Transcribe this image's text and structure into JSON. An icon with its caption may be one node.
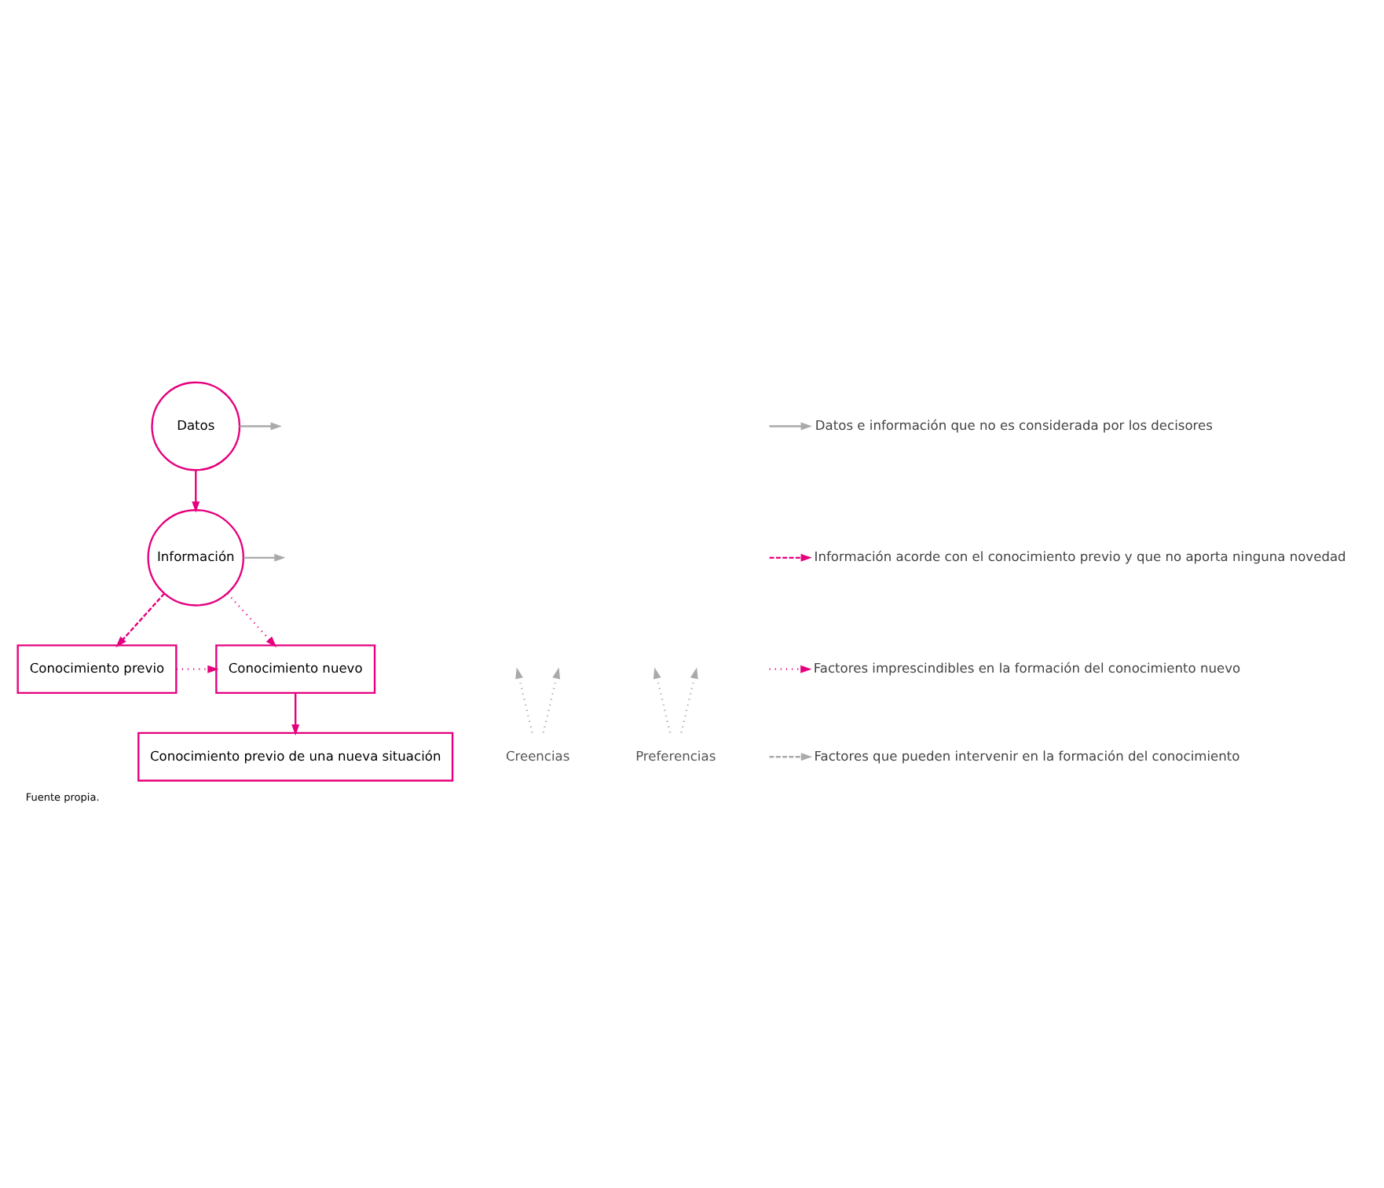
{
  "diagram": {
    "caption": "Fuente propia.",
    "nodes": [
      {
        "text": [
          "Datos"
        ]
      },
      {
        "text": [
          "Información"
        ]
      },
      {
        "text": [
          "Conocimiento previo"
        ]
      },
      {
        "text": [
          "Conocimiento nuevo"
        ]
      },
      {
        "text": [
          "Conocimiento previo de una nueva situación"
        ]
      },
      {
        "text": [
          "Creencias"
        ]
      },
      {
        "text": [
          "Preferencias"
        ]
      }
    ],
    "edges": [
      {
        "from": 0,
        "to": null,
        "arrow": "to",
        "color": "#aaaaaa"
      },
      {
        "from": 0,
        "to": 1,
        "arrow": "to",
        "color": "#e5007e"
      },
      {
        "from": 1,
        "to": null,
        "arrow": "to",
        "color": "#aaaaaa"
      },
      {
        "from": 1,
        "to": 2,
        "arrow": "to",
        "style": "dashed",
        "color": "#e5007e"
      },
      {
        "from": 1,
        "to": 3,
        "arrow": "to",
        "style": "dashed",
        "color": "#e5007e"
      },
      {
        "from": 2,
        "to": 3,
        "arrow": "to",
        "style": "dashed",
        "color": "#e5007e"
      },
      {
        "from": 3,
        "to": 4,
        "arrow": "to",
        "color": "#e5007e"
      },
      {
        "from": 5,
        "to": null,
        "arrow": "to",
        "style": "dashed",
        "color": "#aaaaaa"
      },
      {
        "from": 5,
        "to": null,
        "arrow": "to",
        "style": "dashed",
        "color": "#aaaaaa"
      },
      {
        "from": 6,
        "to": null,
        "arrow": "to",
        "style": "dashed",
        "color": "#aaaaaa"
      },
      {
        "from": 6,
        "to": null,
        "arrow": "to",
        "style": "dashed",
        "color": "#aaaaaa"
      }
    ],
    "legend": [
      {
        "text": "Datos e información que no es considerada por los decisores"
      },
      {
        "text": "Información acorde con el conocimiento previo y que no aporta ninguna novedad"
      },
      {
        "text": "Factores imprescindibles en la formación del conocimiento nuevo"
      },
      {
        "text": "Factores que pueden intervenir en la formación del conocimiento"
      }
    ]
  }
}
